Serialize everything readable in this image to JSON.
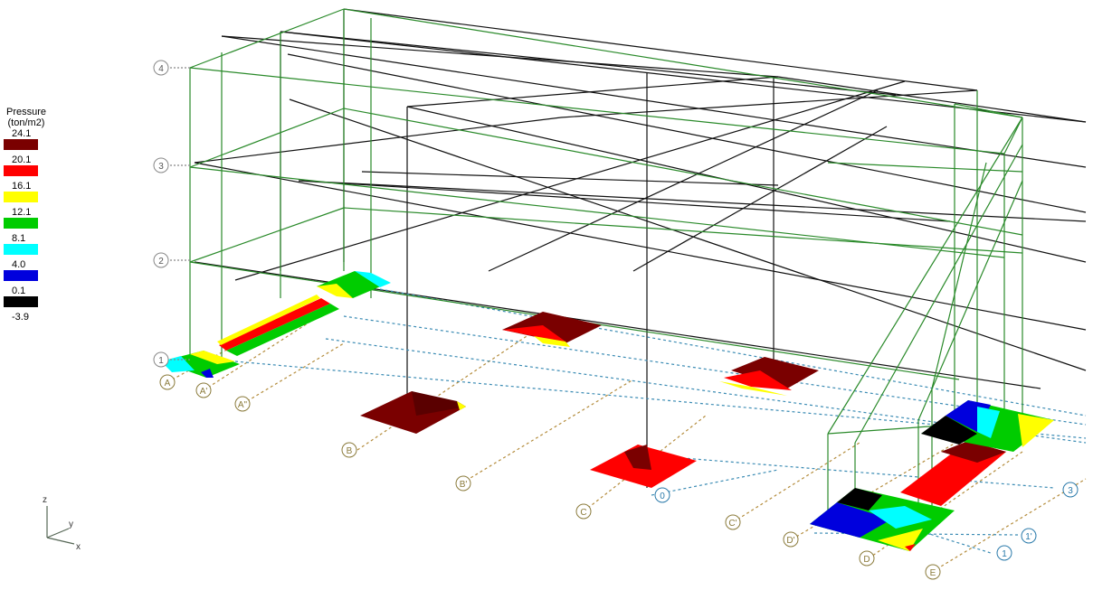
{
  "legend": {
    "title_line1": "Pressure",
    "title_line2": "(ton/m2)",
    "entries": [
      {
        "label": "24.1",
        "color": "#7a0000"
      },
      {
        "label": "20.1",
        "color": "#ff0000"
      },
      {
        "label": "16.1",
        "color": "#ffff00"
      },
      {
        "label": "12.1",
        "color": "#00cc00"
      },
      {
        "label": "8.1",
        "color": "#00ffff"
      },
      {
        "label": "4.0",
        "color": "#0000dd"
      },
      {
        "label": "0.1",
        "color": "#000000"
      }
    ],
    "min_label": "-3.9"
  },
  "story_labels": [
    "4",
    "3",
    "2",
    "1"
  ],
  "grid_labels": [
    "A",
    "A'",
    "A\"",
    "B",
    "B'",
    "C",
    "C'",
    "D'",
    "D",
    "E",
    "0",
    "3",
    "1'",
    "1"
  ],
  "axis_triad": {
    "z": "z",
    "y": "y",
    "x": "x"
  },
  "colors": {
    "frame_green": "#2a8a2a",
    "frame_black": "#111111",
    "gridline_tan": "#b48c3c",
    "gridline_blue": "#3c8cb4",
    "bubble_tan": "#8a7a3a",
    "bubble_blue": "#2a7aaa"
  }
}
